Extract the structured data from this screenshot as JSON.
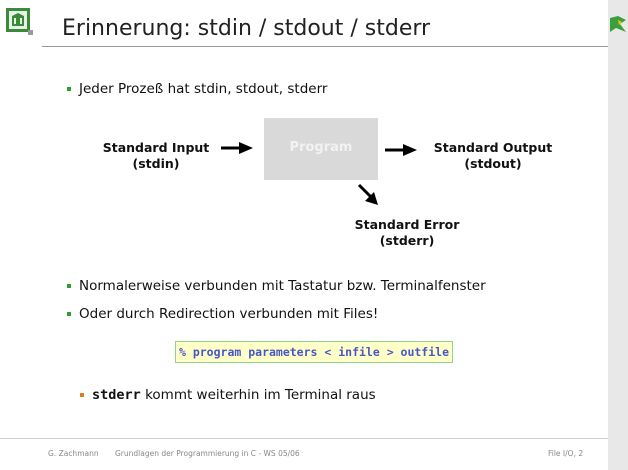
{
  "title": "Erinnerung: stdin / stdout / stderr",
  "bullets": {
    "b1": "Jeder Prozeß hat stdin, stdout, stderr",
    "b2": "Normalerweise verbunden mit Tastatur bzw. Terminalfenster",
    "b3": "Oder durch Redirection verbunden mit Files!",
    "sub_code": "stderr",
    "sub_rest": " kommt weiterhin im Terminal raus"
  },
  "diagram": {
    "input_l1": "Standard Input",
    "input_l2": "(stdin)",
    "program": "Program",
    "output_l1": "Standard Output",
    "output_l2": "(stdout)",
    "error_l1": "Standard Error",
    "error_l2": "(stderr)"
  },
  "command": "% program parameters < infile > outfile",
  "footer": {
    "author": "G. Zachmann",
    "course": "Grundlagen der Programmierung in C - WS 05/06",
    "page": "File I/O, 2"
  },
  "colors": {
    "bullet": "#2e9e2e",
    "sub_bullet": "#e07a1e",
    "command_bg": "#ffffc8",
    "command_text": "#4a55c8",
    "program_box": "#d9d9d9",
    "sidebar": "#e8e8e8"
  },
  "icons": [
    "university-seal-icon",
    "logo-icon"
  ]
}
